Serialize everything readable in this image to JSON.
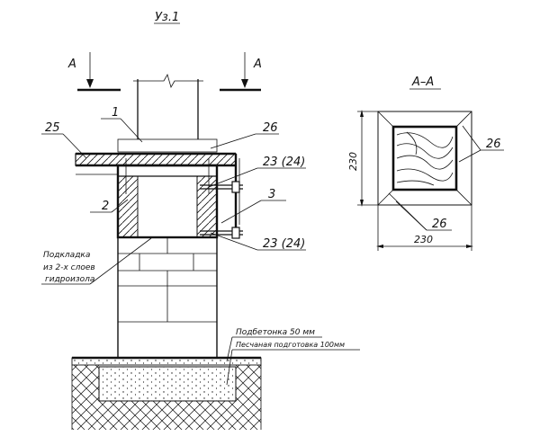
{
  "title": "Уз.1",
  "section_marks": {
    "left": "А",
    "right": "А"
  },
  "section_title": "А–А",
  "callouts": {
    "c1": "1",
    "c2": "2",
    "c3": "3",
    "c25": "25",
    "c26_top": "26",
    "c23_upper": "23 (24)",
    "c23_lower": "23 (24)",
    "c26_right": "26",
    "c26_bottom": "26"
  },
  "note_gasket": [
    "Подкладка",
    "из 2-х слоев",
    "гидроизола"
  ],
  "note_base": {
    "concrete": "Подбетонка 50 мм",
    "sand": "Песчаная подготовка 100мм"
  },
  "dimensions": {
    "height": "230",
    "width": "230"
  }
}
